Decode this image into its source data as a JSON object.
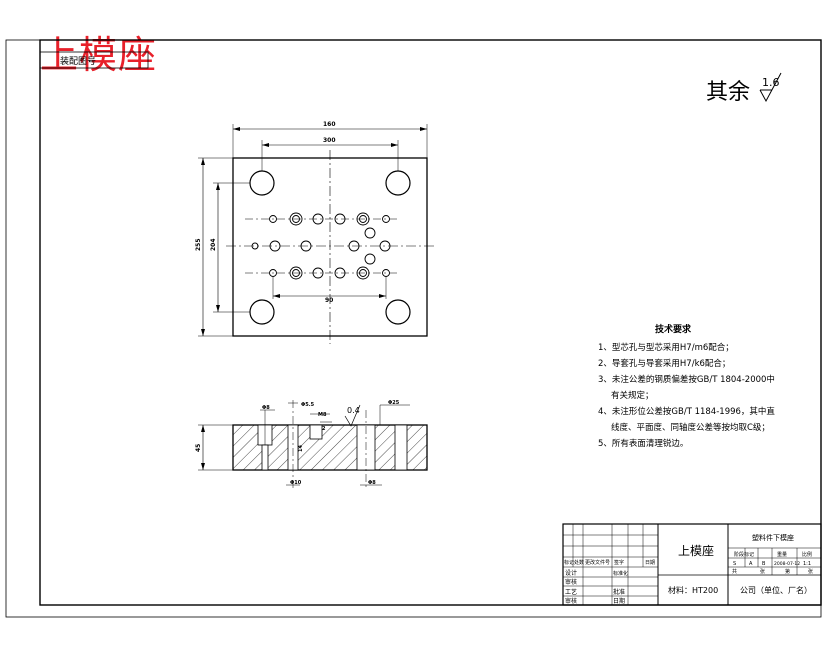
{
  "red_title": "上模座",
  "corner_label": "装配图号",
  "roughness": {
    "prefix": "其余",
    "value": "1.6"
  },
  "dimensions": {
    "overall_width": "160",
    "hole_span": "300",
    "overall_height": "255",
    "hole_height": "204",
    "pin_span": "90",
    "thickness": "45"
  },
  "section_labels": [
    "Φ8",
    "Φ5.5",
    "M8",
    "2",
    "0.4",
    "Φ25",
    "14",
    "Φ10",
    "Φ8"
  ],
  "tech_req": {
    "heading": "技术要求",
    "items": [
      "1、型芯孔与型芯采用H7/m6配合；",
      "2、导套孔与导套采用H7/k6配合；",
      "3、未注公差的钢质偏差按GB/T 1804-2000中",
      "有关规定；",
      "4、未注形位公差按GB/T 1184-1996，其中直",
      "线度、平面度、同轴度公差等按均取C级；",
      "5、所有表面清理锐边。"
    ]
  },
  "title_block": {
    "part_name": "上模座",
    "material": "材料：HT200",
    "drawing_no": "塑料件下模座",
    "company": "公司（单位、厂名）",
    "mark_headers": [
      "标记",
      "处数",
      "更改文件号",
      "签字",
      "日期"
    ],
    "roles": [
      "设计",
      "审核",
      "工艺",
      "审核"
    ],
    "roles2": [
      "标准化",
      "批准",
      "日期"
    ],
    "stage_headers": [
      "阶段标记",
      "重量",
      "比例"
    ],
    "stage_values": [
      "S",
      "A",
      "B",
      "2008-07-12",
      "1:1"
    ],
    "sheet_labels": [
      "共",
      "张",
      "第",
      "张"
    ]
  },
  "colors": {
    "line": "#000000",
    "title_red": "#e8202a"
  }
}
